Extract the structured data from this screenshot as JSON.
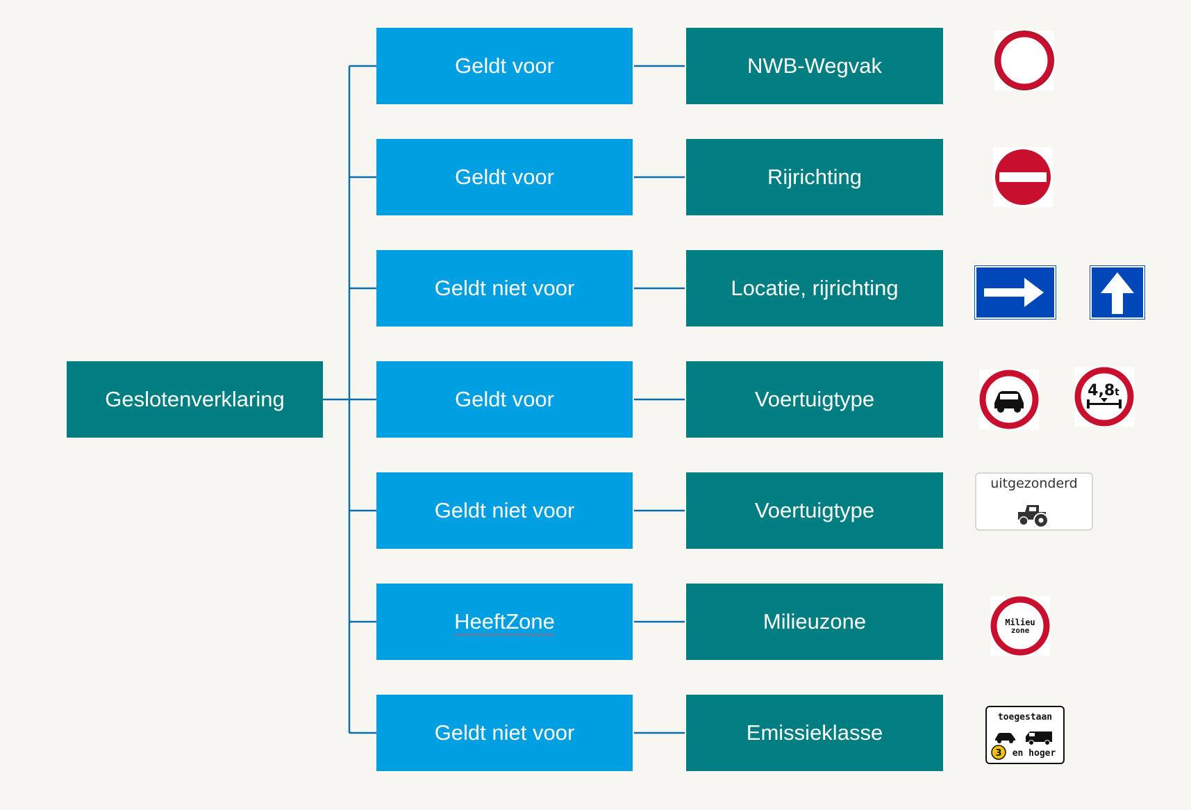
{
  "root": {
    "label": "Geslotenverklaring"
  },
  "rows": [
    {
      "relation": "Geldt voor",
      "target": "NWB-Wegvak",
      "signs": [
        "closed-road-sign-icon"
      ]
    },
    {
      "relation": "Geldt voor",
      "target": "Rijrichting",
      "signs": [
        "no-entry-sign-icon"
      ]
    },
    {
      "relation": "Geldt niet voor",
      "target": "Locatie, rijrichting",
      "signs": [
        "one-way-right-sign-icon",
        "one-way-up-sign-icon"
      ]
    },
    {
      "relation": "Geldt voor",
      "target": "Voertuigtype",
      "signs": [
        "no-cars-sign-icon",
        "axle-load-sign-icon"
      ]
    },
    {
      "relation": "Geldt niet voor",
      "target": "Voertuigtype",
      "signs": [
        "tractor-exempt-sign-icon"
      ]
    },
    {
      "relation": "HeeftZone",
      "target": "Milieuzone",
      "signs": [
        "environmental-zone-sign-icon"
      ]
    },
    {
      "relation": "Geldt niet voor",
      "target": "Emissieklasse",
      "signs": [
        "emission-class-sign-icon"
      ]
    }
  ],
  "signs": {
    "axle_load_value": "4,8",
    "axle_load_unit": "t",
    "exempt_label": "uitgezonderd",
    "milieu_line1": "Milieu",
    "milieu_line2": "zone",
    "emission_top": "toegestaan",
    "emission_class": "3",
    "emission_bottom": "en hoger"
  },
  "colors": {
    "teal": "#007e81",
    "blue": "#009fe2",
    "connector": "#0a6fa6",
    "sign_red": "#c8102e",
    "sign_blue": "#0047ba",
    "background": "#f8f6f0"
  }
}
